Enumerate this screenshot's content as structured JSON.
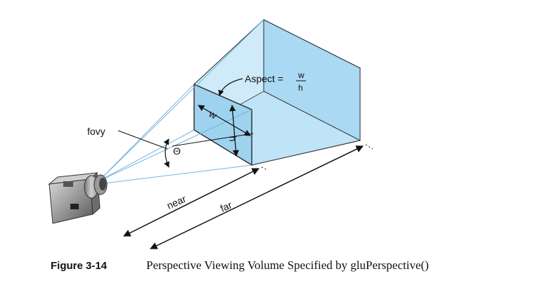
{
  "figure": {
    "labels": {
      "aspect": "Aspect =",
      "aspect_num": "w",
      "aspect_den": "h",
      "fovy": "fovy",
      "theta": "Θ",
      "w": "w",
      "h": "h",
      "near": "near",
      "far": "far"
    },
    "colors": {
      "frustum_fill": "#bfe3f7",
      "frustum_dark": "#9fd2ef",
      "edge": "#2a2a2a",
      "line_light": "#6fb6df"
    }
  },
  "caption": {
    "number": "Figure 3-14",
    "title": "Perspective Viewing Volume Specified by gluPerspective()"
  }
}
